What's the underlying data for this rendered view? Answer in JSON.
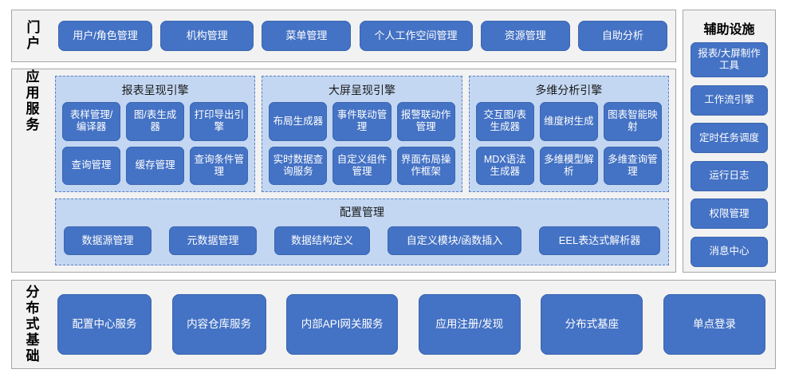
{
  "diagram": {
    "colors": {
      "button_blue": "#4472C4",
      "panel_gray": "#F2F2F2",
      "panel_border": "#A6A6A6",
      "engine_fill": "#C3D7F2",
      "engine_border": "#5B7FC0",
      "button_text": "#FFFFFF"
    }
  },
  "portal": {
    "label": "门\n户",
    "items": [
      {
        "label": "用户/角色管理",
        "width": 118
      },
      {
        "label": "机构管理",
        "width": 117
      },
      {
        "label": "菜单管理",
        "width": 112
      },
      {
        "label": "个人工作空间管理",
        "width": 142
      },
      {
        "label": "资源管理",
        "width": 112
      },
      {
        "label": "自助分析",
        "width": 112
      }
    ]
  },
  "auxiliary": {
    "title": "辅助设施",
    "items": [
      {
        "label": "报表/大屏制作工具",
        "tall": true
      },
      {
        "label": "工作流引擎",
        "tall": false
      },
      {
        "label": "定时任务调度",
        "tall": false
      },
      {
        "label": "运行日志",
        "tall": false
      },
      {
        "label": "权限管理",
        "tall": false
      },
      {
        "label": "消息中心",
        "tall": false
      }
    ]
  },
  "application_services": {
    "label": "应\n用\n服\n务",
    "engines": [
      {
        "title": "报表呈现引擎",
        "items": [
          "表样管理/编译器",
          "图/表生成器",
          "打印导出引擎",
          "查询管理",
          "缓存管理",
          "查询条件管理"
        ]
      },
      {
        "title": "大屏呈现引擎",
        "items": [
          "布局生成器",
          "事件联动管理",
          "报警联动作管理",
          "实时数据查询服务",
          "自定义组件管理",
          "界面布局操作框架"
        ]
      },
      {
        "title": "多维分析引擎",
        "items": [
          "交互图/表生成器",
          "维度树生成",
          "图表智能映射",
          "MDX语法生成器",
          "多维模型解析",
          "多维查询管理"
        ]
      }
    ],
    "config": {
      "title": "配置管理",
      "items": [
        {
          "label": "数据源管理",
          "width": 110
        },
        {
          "label": "元数据管理",
          "width": 110
        },
        {
          "label": "数据结构定义",
          "width": 120
        },
        {
          "label": "自定义模块/函数插入",
          "width": 168
        },
        {
          "label": "EEL表达式解析器",
          "width": 152
        }
      ]
    }
  },
  "distributed_base": {
    "label": "分\n布\n式\n基\n础",
    "items": [
      {
        "label": "配置中心服务",
        "width": 118
      },
      {
        "label": "内容仓库服务",
        "width": 118
      },
      {
        "label": "内部API网关服务",
        "width": 140
      },
      {
        "label": "应用注册/发现",
        "width": 128
      },
      {
        "label": "分布式基座",
        "width": 128
      },
      {
        "label": "单点登录",
        "width": 128
      }
    ]
  }
}
